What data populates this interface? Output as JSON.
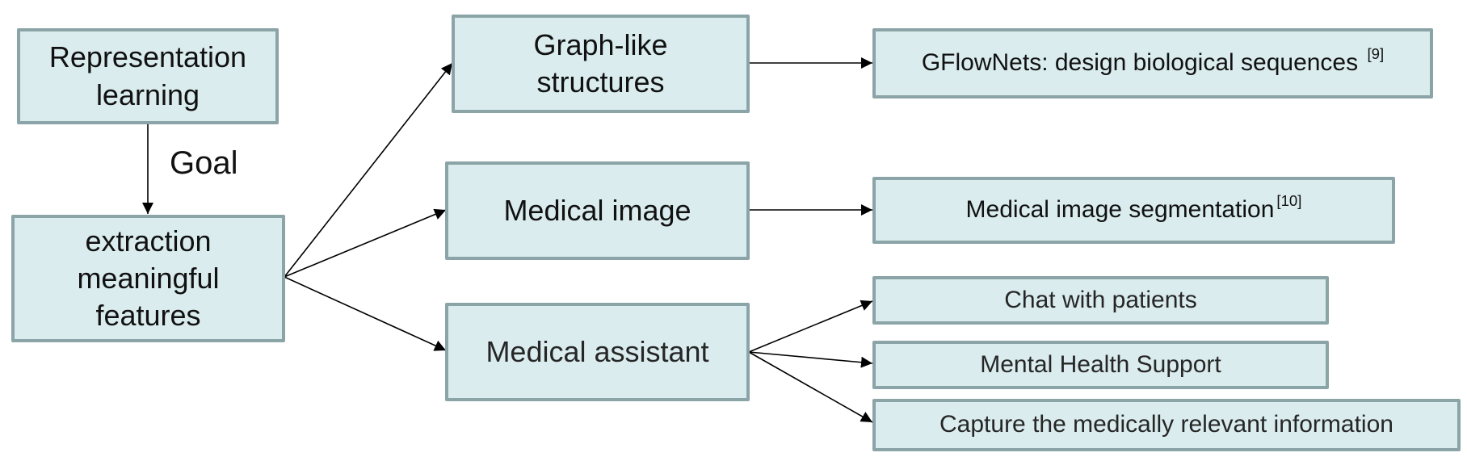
{
  "diagram": {
    "edge_label": "Goal",
    "colors": {
      "node_fill": "#daecee",
      "node_border": "#8ba4a7",
      "text": "#111111",
      "arrow": "#000000"
    },
    "nodes": {
      "representation": {
        "label": "Representation\nlearning"
      },
      "extraction": {
        "label": "extraction\nmeaningful\nfeatures"
      },
      "graph_like": {
        "label": "Graph-like\nstructures"
      },
      "medical_image": {
        "label": "Medical image"
      },
      "medical_assistant": {
        "label": "Medical assistant"
      },
      "gflownets": {
        "label": "GFlowNets: design biological sequences",
        "ref": "[9]"
      },
      "segmentation": {
        "label": "Medical image segmentation",
        "ref": "[10]"
      },
      "chat": {
        "label": "Chat with patients"
      },
      "mental": {
        "label": "Mental Health Support"
      },
      "capture": {
        "label": "Capture the medically relevant information"
      }
    },
    "edges": [
      {
        "from": "representation",
        "to": "extraction",
        "label": "Goal"
      },
      {
        "from": "extraction",
        "to": "graph_like"
      },
      {
        "from": "extraction",
        "to": "medical_image"
      },
      {
        "from": "extraction",
        "to": "medical_assistant"
      },
      {
        "from": "graph_like",
        "to": "gflownets"
      },
      {
        "from": "medical_image",
        "to": "segmentation"
      },
      {
        "from": "medical_assistant",
        "to": "chat"
      },
      {
        "from": "medical_assistant",
        "to": "mental"
      },
      {
        "from": "medical_assistant",
        "to": "capture"
      }
    ]
  }
}
